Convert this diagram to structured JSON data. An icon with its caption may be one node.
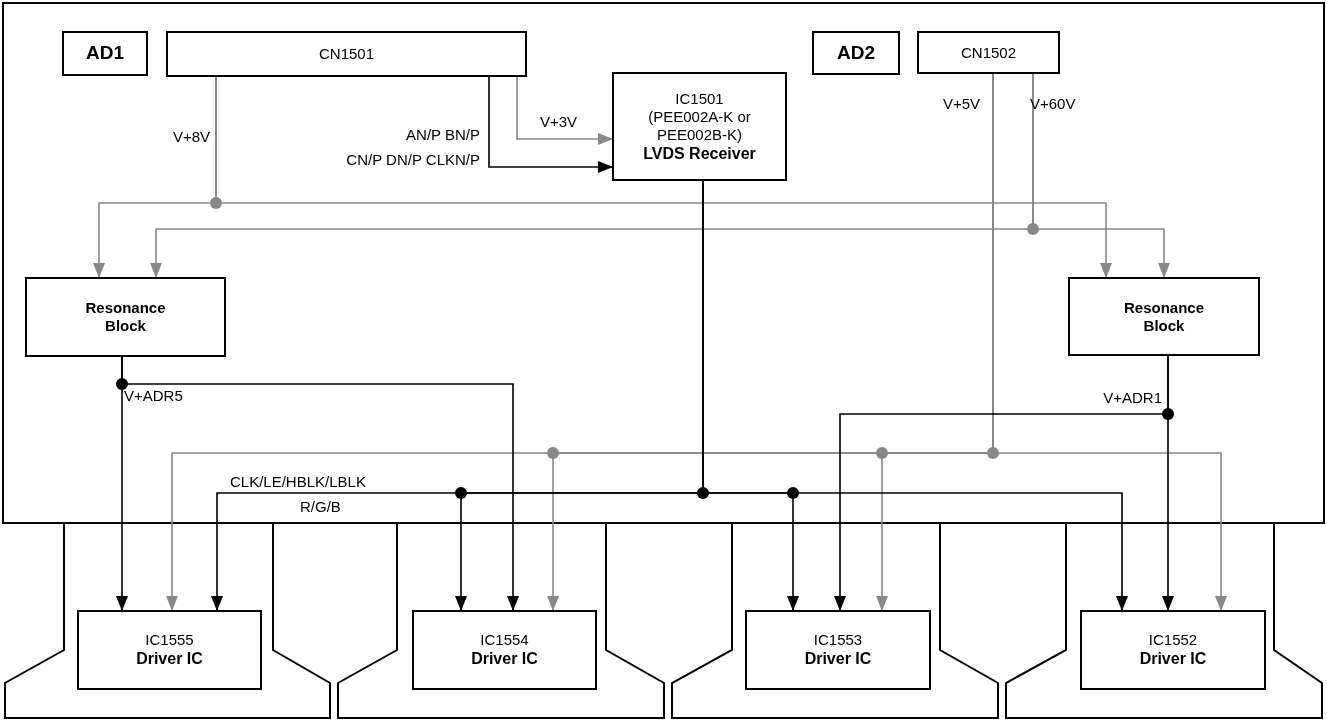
{
  "diagram": {
    "nodes": [
      {
        "text": [
          "AD1"
        ]
      },
      {
        "text": [
          "CN1501"
        ]
      },
      {
        "text": [
          "IC1501",
          "(PEE002A-K or PEE002B-K)",
          "LVDS Receiver"
        ]
      },
      {
        "text": [
          "AD2"
        ]
      },
      {
        "text": [
          "CN1502"
        ]
      },
      {
        "text": [
          "Resonance Block"
        ]
      },
      {
        "text": [
          "Resonance Block"
        ]
      },
      {
        "text": [
          "IC1555",
          "Driver IC"
        ]
      },
      {
        "text": [
          "IC1554",
          "Driver IC"
        ]
      },
      {
        "text": [
          "IC1553",
          "Driver IC"
        ]
      },
      {
        "text": [
          "IC1552",
          "Driver IC"
        ]
      }
    ],
    "edges": [
      {
        "from": 1,
        "to": 5,
        "arrow": "to",
        "label": "V+8V",
        "color": "#888888"
      },
      {
        "from": 1,
        "to": 6,
        "arrow": "to",
        "color": "#888888"
      },
      {
        "from": 1,
        "to": 2,
        "arrow": "to",
        "label": "V+3V",
        "color": "#888888"
      },
      {
        "from": 1,
        "to": 2,
        "arrow": "to",
        "color": "#000000"
      },
      {
        "from": 4,
        "to": 5,
        "arrow": "to",
        "label": "V+60V",
        "color": "#888888"
      },
      {
        "from": 4,
        "to": 6,
        "arrow": "to",
        "color": "#888888"
      },
      {
        "from": 4,
        "to": 7,
        "arrow": "to",
        "label": "V+5V",
        "color": "#888888"
      },
      {
        "from": 4,
        "to": 8,
        "arrow": "to",
        "color": "#888888"
      },
      {
        "from": 4,
        "to": 9,
        "arrow": "to",
        "color": "#888888"
      },
      {
        "from": 4,
        "to": 10,
        "arrow": "to",
        "color": "#888888"
      },
      {
        "from": 5,
        "to": 7,
        "arrow": "to",
        "label": "V+ADR5",
        "color": "#000000"
      },
      {
        "from": 5,
        "to": 8,
        "arrow": "to",
        "color": "#000000"
      },
      {
        "from": 6,
        "to": 10,
        "arrow": "to",
        "label": "V+ADR1",
        "color": "#000000"
      },
      {
        "from": 6,
        "to": 9,
        "arrow": "to",
        "color": "#000000"
      },
      {
        "from": 2,
        "to": 7,
        "arrow": "to",
        "color": "#000000"
      },
      {
        "from": 2,
        "to": 8,
        "arrow": "to",
        "color": "#000000"
      },
      {
        "from": 2,
        "to": 9,
        "arrow": "to",
        "color": "#000000"
      },
      {
        "from": 2,
        "to": 10,
        "arrow": "to",
        "color": "#000000"
      }
    ],
    "labels": [
      "AN/P BN/P",
      "CN/P DN/P CLKN/P",
      "CLK/LE/HBLK/LBLK",
      "R/G/B"
    ]
  }
}
